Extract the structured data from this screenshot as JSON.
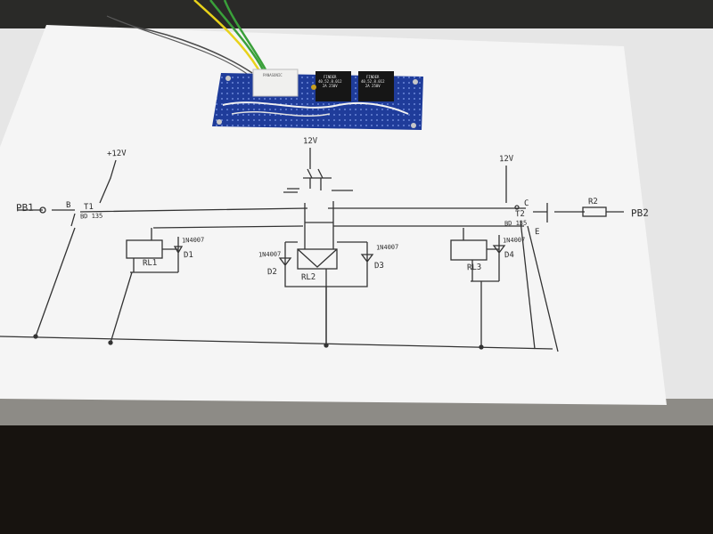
{
  "scene": {
    "description_colors": {
      "paper": "#f4f4f4",
      "desk_dark": "#1b1712",
      "pcb_blue": "#1f3c9a",
      "ink": "#2a2a2a",
      "wire_yellow": "#e8d21a",
      "wire_green": "#3aa03a"
    }
  },
  "board": {
    "relay1_text": "PANASONIC",
    "relay2_text": "FINDER\n40.52.8.012\n2A 250V",
    "relay3_text": "FINDER\n40.52.8.012\n2A 250V"
  },
  "schematic": {
    "supply_center": "12V",
    "supply_left": "+12V",
    "supply_right": "12V",
    "pb_left": "PB1",
    "pb_right": "PB2",
    "resistor_right": "R2",
    "transistor_left": "T1",
    "transistor_left_part": "BD 135",
    "transistor_right": "T2",
    "transistor_right_part": "BD 135",
    "relay_left": "RL1",
    "relay_center": "RL2",
    "relay_right": "RL3",
    "diode_left": "D1",
    "diode_left_part": "1N4007",
    "diode_center_left": "D2",
    "diode_center_left_part": "1N4007",
    "diode_center_right": "D3",
    "diode_center_right_part": "1N4007",
    "diode_right": "D4",
    "diode_right_part": "1N4007",
    "pin_b": "B",
    "pin_c": "C",
    "pin_e": "E"
  }
}
